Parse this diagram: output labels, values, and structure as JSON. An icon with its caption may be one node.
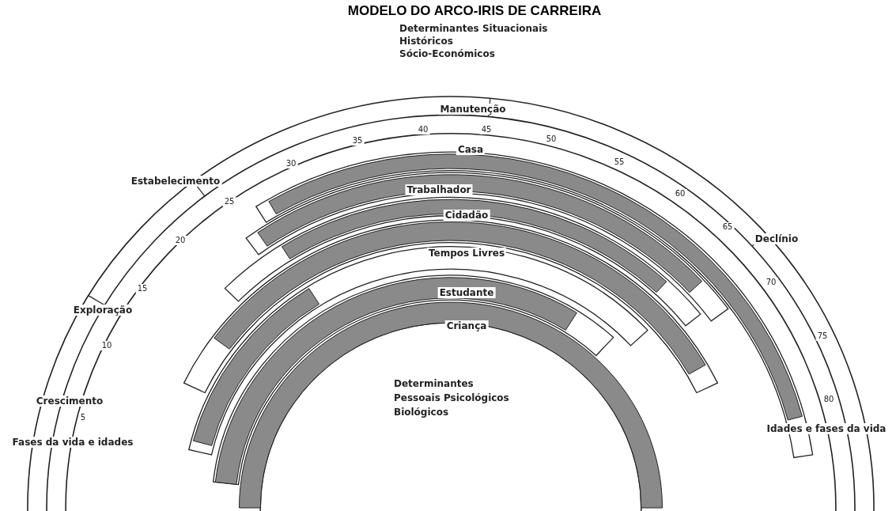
{
  "diagram": {
    "title": "MODELO DO ARCO-IRIS DE CARREIRA",
    "labels": [
      "Determinantes Situacionais",
      "Históricos",
      "Sócio-Económicos",
      "Manutenção",
      "40",
      "45",
      "35",
      "50",
      "Casa",
      "30",
      "55",
      "Estabelecimento",
      "Trabalhador",
      "25",
      "60",
      "Cidadão",
      "20",
      "65",
      "Declínio",
      "Tempos Livres",
      "15",
      "70",
      "Exploração",
      "Estudante",
      "10",
      "Criança",
      "75",
      "Determinantes",
      "Pessoais Psicológicos",
      "80",
      "Biológicos",
      "Crescimento",
      "5",
      "Fases da vida e idades",
      "Idades e fases da vida"
    ]
  }
}
